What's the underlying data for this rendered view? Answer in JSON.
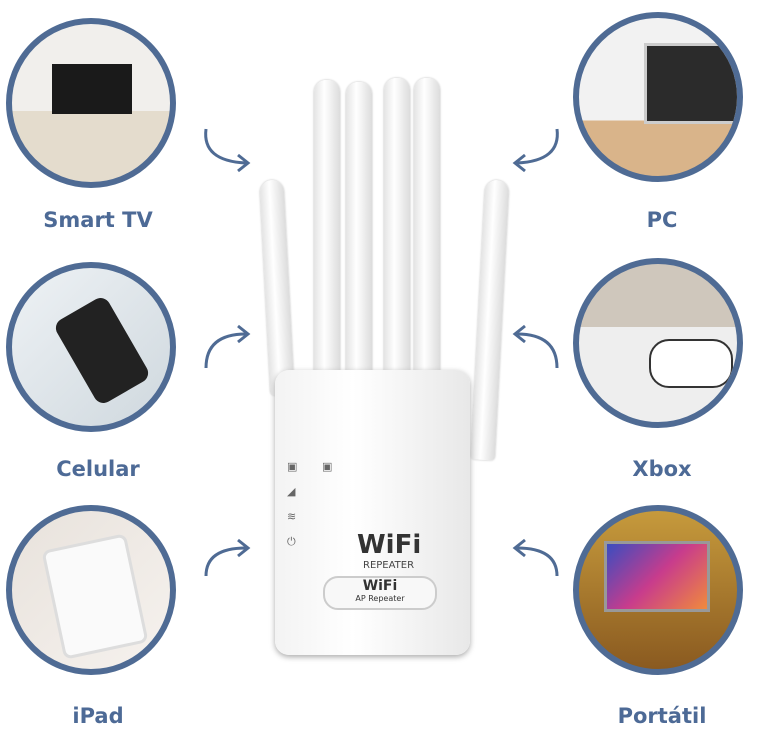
{
  "devices": [
    {
      "label": "Smart TV",
      "icon": "tv-icon"
    },
    {
      "label": "PC",
      "icon": "computer-icon"
    },
    {
      "label": "Celular",
      "icon": "phone-icon"
    },
    {
      "label": "Xbox",
      "icon": "gamepad-icon"
    },
    {
      "label": "iPad",
      "icon": "tablet-icon"
    },
    {
      "label": "Portátil",
      "icon": "laptop-icon"
    }
  ],
  "product": {
    "brand": "WiFi",
    "subtitle": "REPEATER",
    "badge_brand": "WiFi",
    "badge_sub": "AP Repeater"
  },
  "colors": {
    "accent": "#4d6a96"
  }
}
